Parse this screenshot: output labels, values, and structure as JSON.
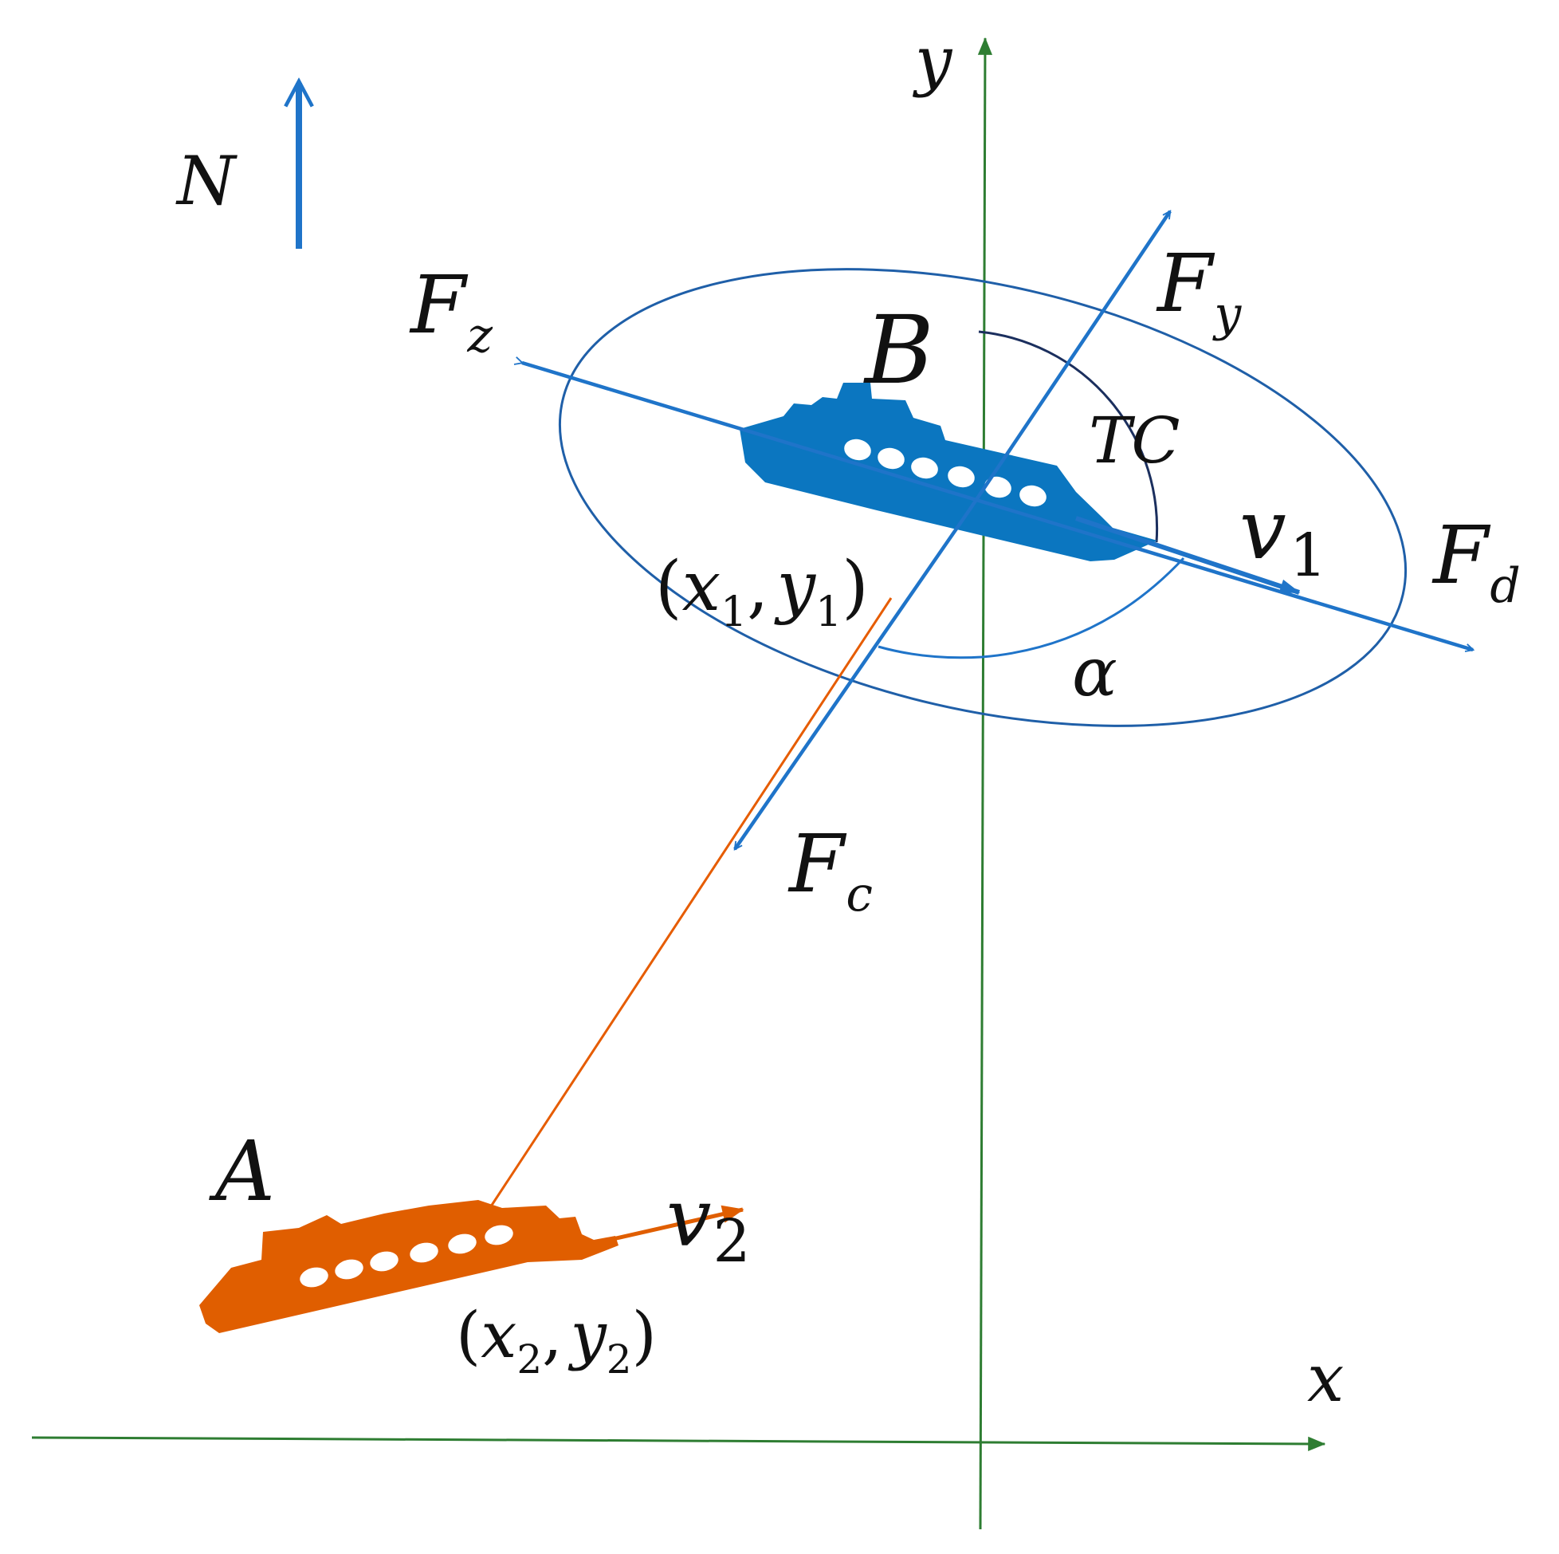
{
  "colors": {
    "axis": "#2e7d32",
    "vector": "#1f74c9",
    "ship_b": "#0b76c0",
    "ship_a": "#e05e00",
    "tow_line": "#e65c00",
    "ellipse": "#1f5fa8",
    "arc_tc": "#1b2f5e",
    "arc_alpha": "#1f74c9",
    "text": "#111111"
  },
  "labels": {
    "north": "N",
    "axis_y": "y",
    "axis_x": "x",
    "ship_b": "B",
    "ship_a": "A",
    "tc": "TC",
    "alpha": "α",
    "v1": {
      "base": "v",
      "sub": "1"
    },
    "v2": {
      "base": "v",
      "sub": "2"
    },
    "fz": {
      "base": "F",
      "sub": "z"
    },
    "fy": {
      "base": "F",
      "sub": "y"
    },
    "fd": {
      "base": "F",
      "sub": "d"
    },
    "fc": {
      "base": "F",
      "sub": "c"
    },
    "coord_b": {
      "open": "(",
      "x": "x",
      "xsub": "1",
      "comma": ",",
      "y": "y",
      "ysub": "1",
      "close": ")"
    },
    "coord_a": {
      "open": "(",
      "x": "x",
      "xsub": "2",
      "comma": ",",
      "y": "y",
      "ysub": "2",
      "close": ")"
    }
  },
  "icons": {
    "ship_b": "ship-icon",
    "ship_a": "ship-icon",
    "north": "north-arrow-icon"
  }
}
